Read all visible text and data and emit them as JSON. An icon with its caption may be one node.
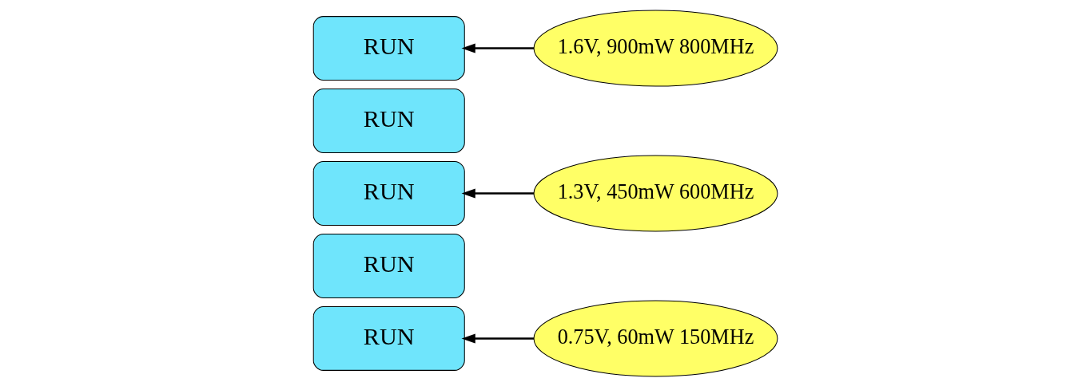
{
  "diagram": {
    "nodes": [
      {
        "text": [
          "RUN"
        ]
      },
      {
        "text": [
          "RUN"
        ]
      },
      {
        "text": [
          "RUN"
        ]
      },
      {
        "text": [
          "RUN"
        ]
      },
      {
        "text": [
          "RUN"
        ]
      },
      {
        "text": [
          "0.75V, 60mW 150MHz"
        ]
      },
      {
        "text": [
          "1.3V, 450mW 600MHz"
        ]
      },
      {
        "text": [
          "1.6V, 900mW 800MHz"
        ]
      }
    ],
    "edges": [
      {
        "from": 5,
        "to": 0,
        "arrow": "to"
      },
      {
        "from": 6,
        "to": 2,
        "arrow": "to"
      },
      {
        "from": 7,
        "to": 4,
        "arrow": "to"
      }
    ]
  }
}
